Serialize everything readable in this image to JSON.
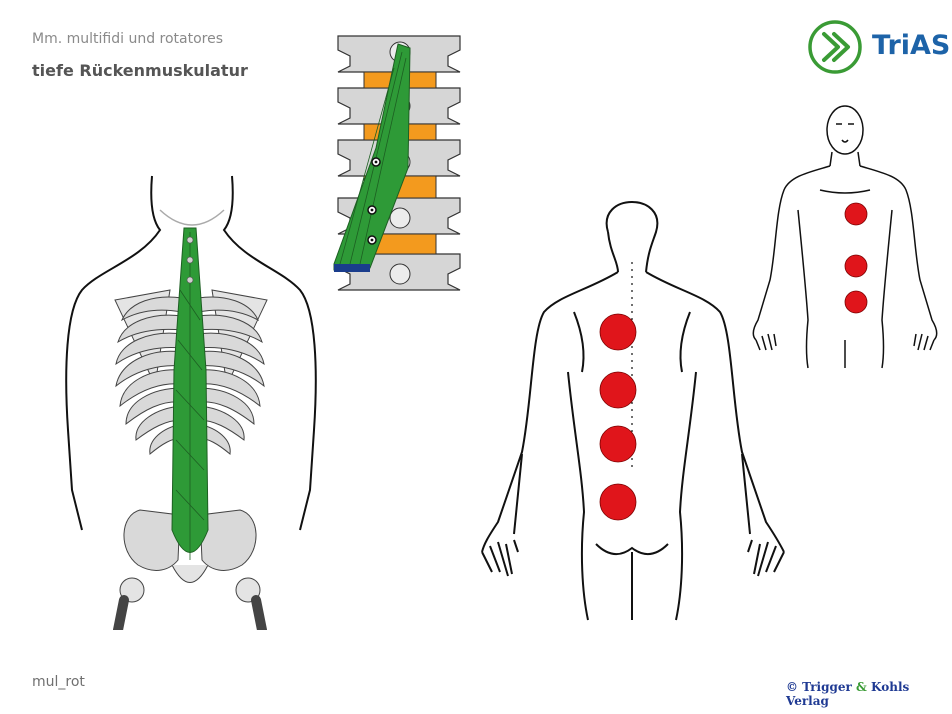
{
  "header": {
    "subtitle": "Mm. multifidi und rotatores",
    "title": "tiefe Rückenmuskulatur"
  },
  "footer": {
    "code": "mul_rot",
    "copyright_prefix": "© Trigger ",
    "copyright_amp": "&",
    "copyright_suffix": " Kohls Verlag"
  },
  "logo": {
    "text": "TriAS"
  },
  "colors": {
    "muscle": "#2e9a37",
    "bone": "#d6d6d6",
    "disc": "#f39a1e",
    "trigger_point": "#e0151b",
    "logo_green": "#3a9b35",
    "logo_blue": "#1d63a8"
  },
  "figures": {
    "posterior_skeleton": "skeleton-back-view",
    "vertebra_detail": "vertebra-segment-detail",
    "back_pain_map": "back-trigger-map",
    "front_pain_map": "front-trigger-map"
  }
}
